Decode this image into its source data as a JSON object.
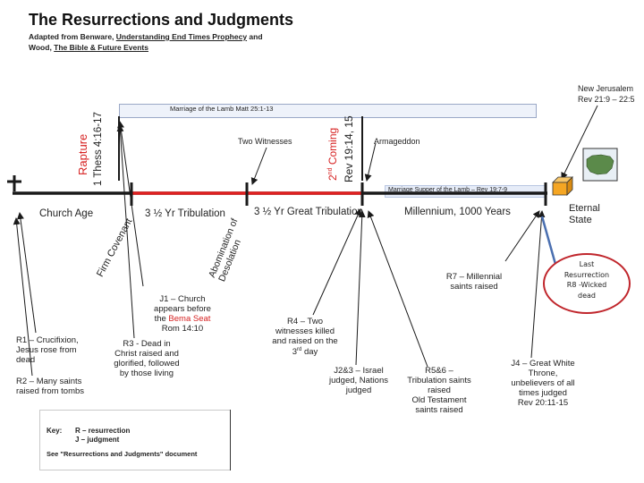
{
  "header": {
    "title": "The Resurrections and Judgments",
    "subtitle_line1_prefix": "Adapted from Benware, ",
    "subtitle_line1_book": "Understanding End Times Prophecy",
    "subtitle_line1_suffix": " and",
    "subtitle_line2_prefix": "Wood, ",
    "subtitle_line2_book": "The Bible & Future Events"
  },
  "timeline": {
    "cross": "+",
    "periods": {
      "church_age": "Church Age",
      "tribulation": "3 ½ Yr Tribulation",
      "great_tribulation": "3 ½ Yr Great Tribulation",
      "millennium": "Millennium, 1000 Years",
      "eternal_state_1": "Eternal",
      "eternal_state_2": "State"
    },
    "colors": {
      "main_line": "#1a1a1a",
      "great_tribulation_line": "#e02020",
      "accent": "#d62020",
      "callout": "#c0262c",
      "arrow_blue": "#4a6fb0",
      "box_fill": "#f5a623"
    }
  },
  "vertical_labels": {
    "rapture": "Rapture",
    "rapture_ref": "1 Thess 4:16-17",
    "second_coming_prefix": "2",
    "second_coming_sup": "nd",
    "second_coming_suffix": " Coming",
    "second_coming_ref": "Rev 19:14, 15",
    "firm_covenant": "Firm Covenant",
    "abomination_1": "Abomination of",
    "abomination_2": "Desolation"
  },
  "banners": {
    "marriage_of_lamb": "Marriage of the Lamb    Matt 25:1-13",
    "marriage_supper": "Marriage Supper of the Lamb – Rev 19:7-9"
  },
  "events": {
    "two_witnesses": "Two Witnesses",
    "armageddon": "Armageddon",
    "new_jerusalem_1": "New Jerusalem",
    "new_jerusalem_2": "Rev 21:9 – 22:5",
    "r1_1": "R1 – Crucifixion,",
    "r1_2": "Jesus rose from",
    "r1_3": "dead",
    "r2_1": "R2 – Many saints",
    "r2_2": "raised from tombs",
    "r3_1": "R3 - Dead in",
    "r3_2": "Christ raised and",
    "r3_3": "glorified, followed",
    "r3_4": "by those living",
    "j1_1": "J1 – Church",
    "j1_2": "appears before",
    "j1_3_prefix": "the ",
    "j1_3_red": "Bema Seat",
    "j1_4": "Rom 14:10",
    "r4_1": "R4 – Two",
    "r4_2": "witnesses killed",
    "r4_3": "and raised on the",
    "r4_4_num": "3",
    "r4_4_sup": "rd",
    "r4_4_suffix": " day",
    "j2_1": "J2&3 – Israel",
    "j2_2": "judged, Nations",
    "j2_3": "judged",
    "r5_1": "R5&6 –",
    "r5_2": "Tribulation saints",
    "r5_3": "raised",
    "r5_4": "Old Testament",
    "r5_5": "saints raised",
    "r7_1": "R7 – Millennial",
    "r7_2": "saints raised",
    "j4_1": "J4 – Great White",
    "j4_2": "Throne,",
    "j4_3": "unbelievers of all",
    "j4_4": "times judged",
    "j4_5": "Rev 20:11-15"
  },
  "callout": {
    "line1": "Last",
    "line2": "Resurrection",
    "line3": "R8 -Wicked",
    "line4": "dead"
  },
  "key": {
    "label": "Key:",
    "r": "R – resurrection",
    "j": "J – judgment",
    "note": "See \"Resurrections and Judgments\" document"
  }
}
